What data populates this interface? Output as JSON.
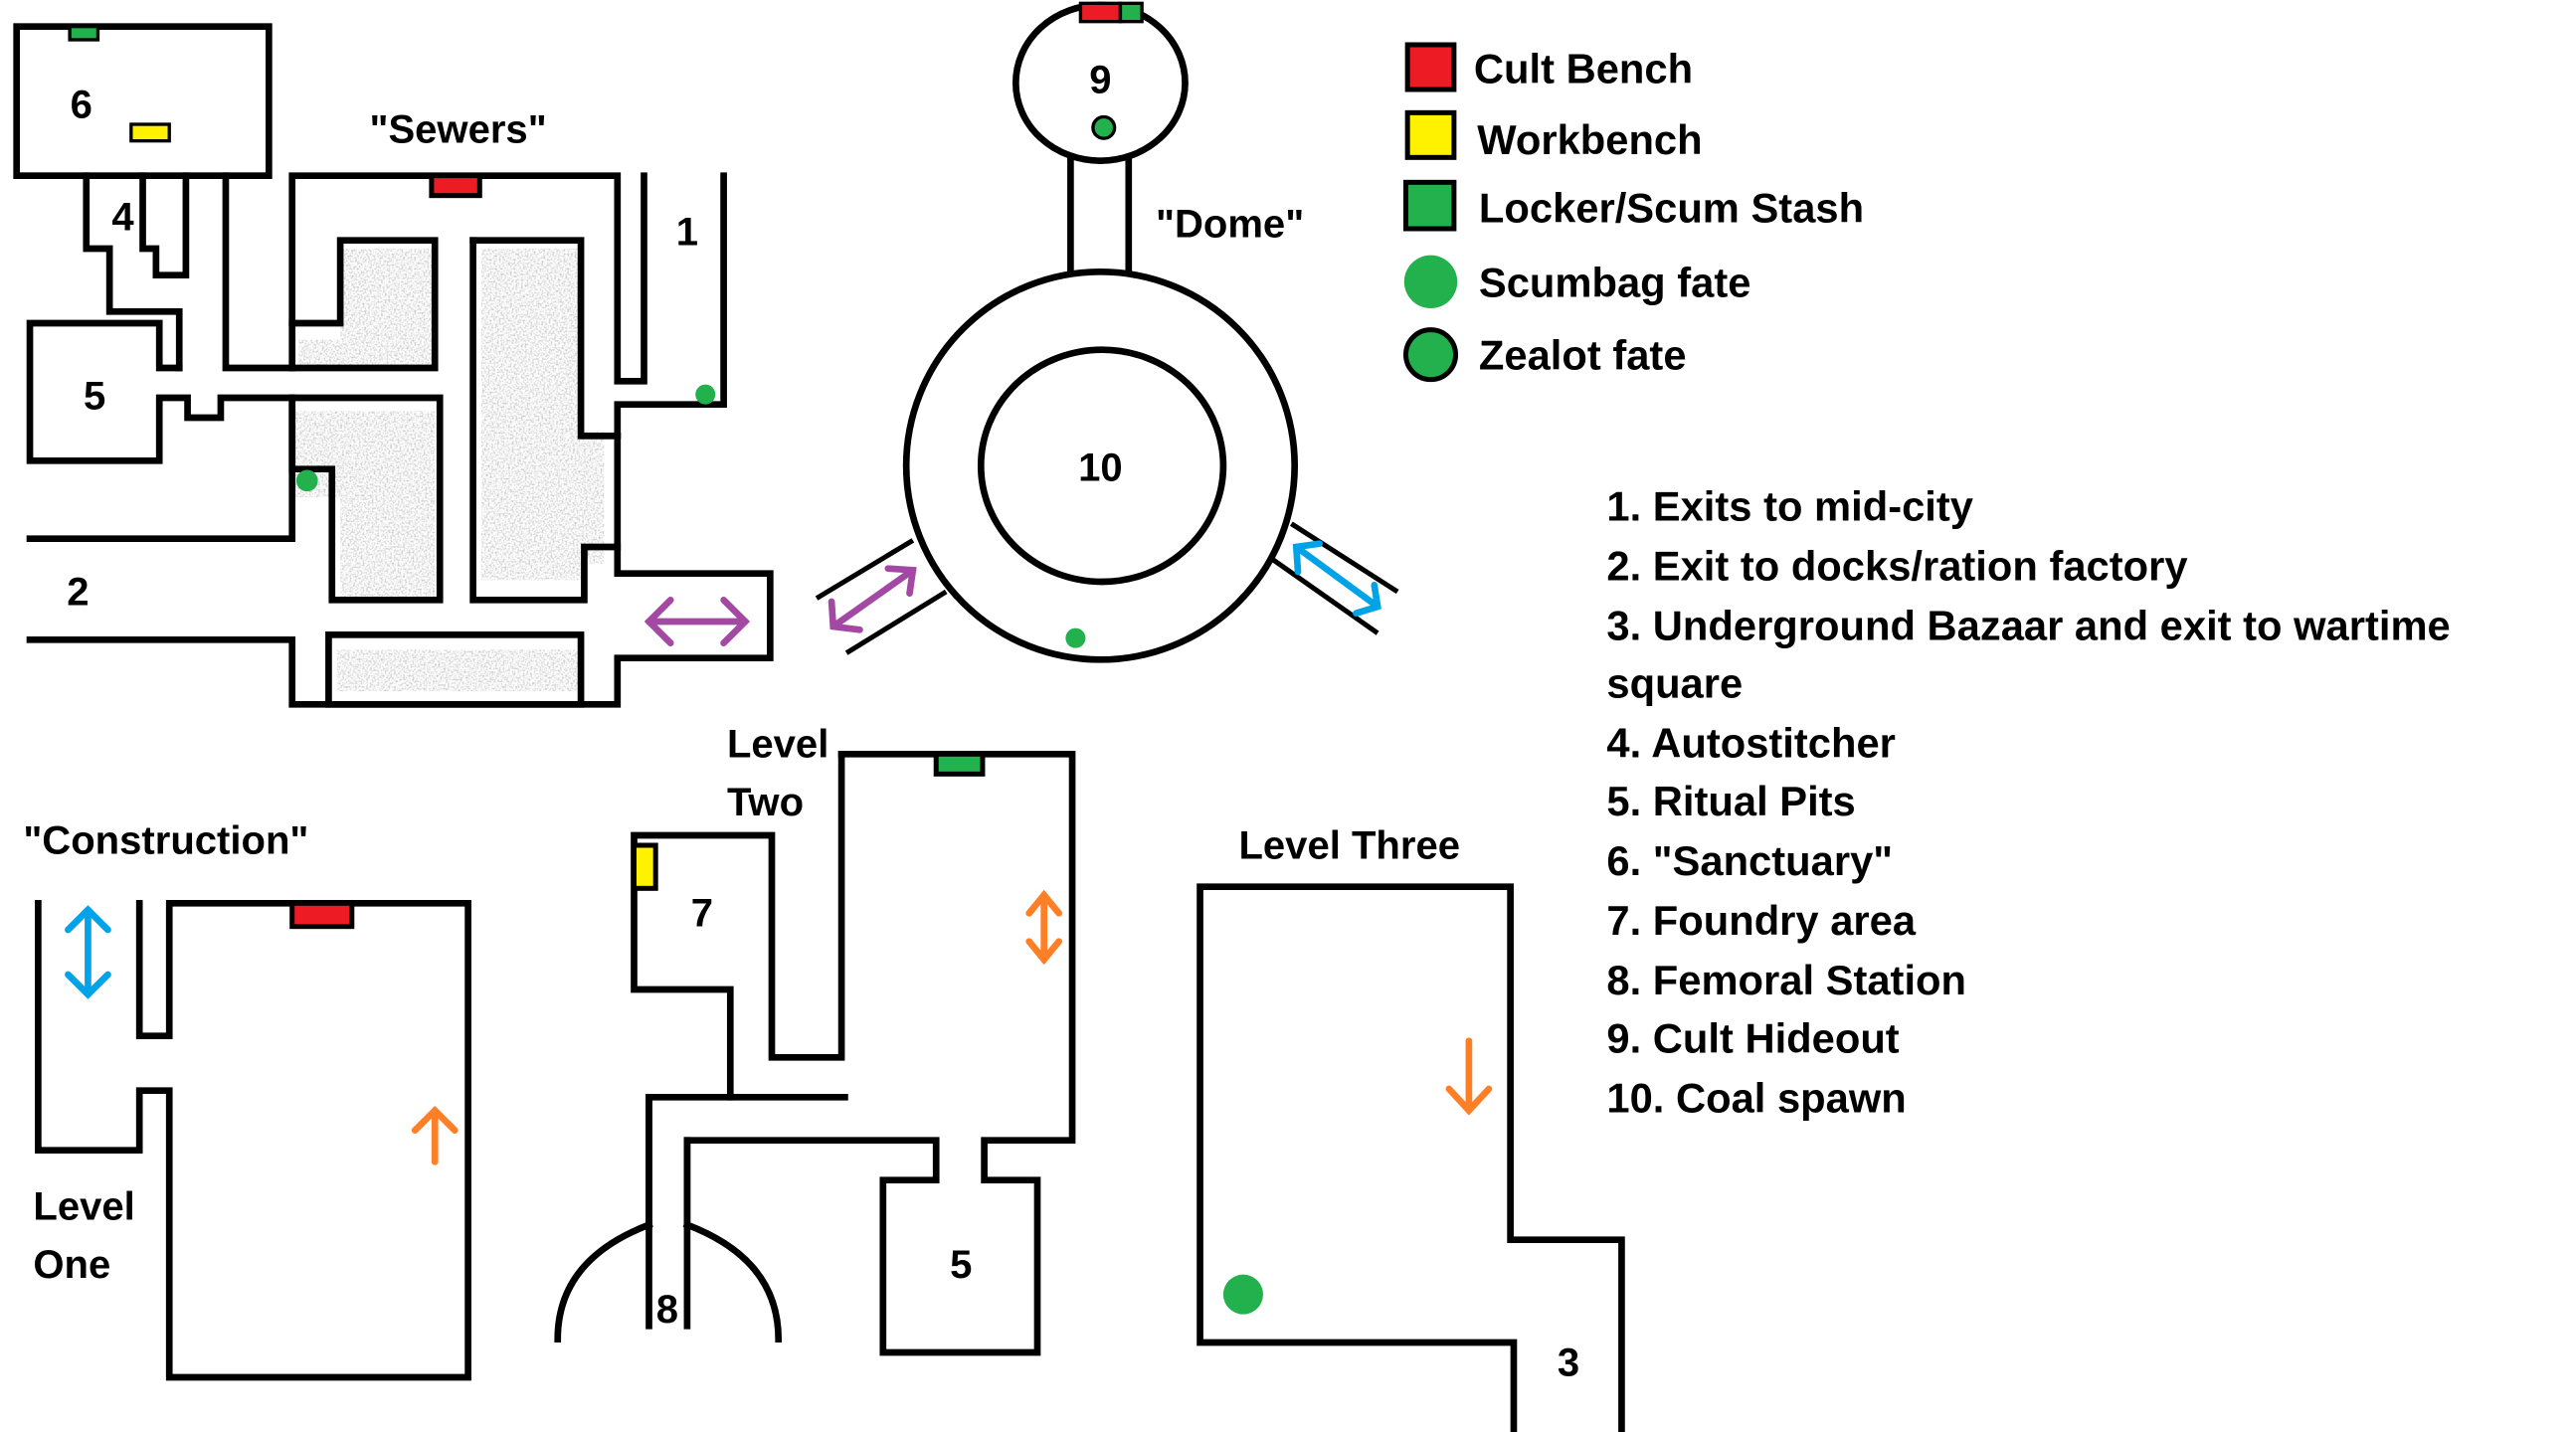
{
  "colors": {
    "cult_bench": "#ed1c24",
    "workbench": "#fff200",
    "locker": "#22b14c",
    "fate": "#22b14c",
    "purple_arrow": "#a349a4",
    "blue_arrow": "#00a2e8",
    "orange_arrow": "#ff7f27",
    "rubble": "#888888",
    "wall": "#000000"
  },
  "legend": [
    {
      "icon": "red-square",
      "label": "Cult Bench"
    },
    {
      "icon": "yellow-square",
      "label": "Workbench"
    },
    {
      "icon": "green-square",
      "label": "Locker/Scum Stash"
    },
    {
      "icon": "green-dot",
      "label": "Scumbag fate"
    },
    {
      "icon": "green-dot-outlined",
      "label": "Zealot fate"
    }
  ],
  "areas": {
    "sewers": "\"Sewers\"",
    "dome": "\"Dome\"",
    "construction": "\"Construction\"",
    "level_one_a": "Level",
    "level_one_b": "One",
    "level_two_a": "Level",
    "level_two_b": "Two",
    "level_three": "Level Three"
  },
  "room_numbers": {
    "r1": "1",
    "r2": "2",
    "r3": "3",
    "r4": "4",
    "r5_sewers": "5",
    "r5_l2": "5",
    "r6": "6",
    "r7": "7",
    "r8": "8",
    "r9": "9",
    "r10": "10"
  },
  "key_list": [
    "1. Exits to mid-city",
    "2. Exit to docks/ration factory",
    "3. Underground Bazaar and exit to wartime",
    "square",
    "4. Autostitcher",
    "5. Ritual Pits",
    "6. \"Sanctuary\"",
    "7. Foundry area",
    "8. Femoral Station",
    "9. Cult Hideout",
    "10. Coal spawn"
  ]
}
